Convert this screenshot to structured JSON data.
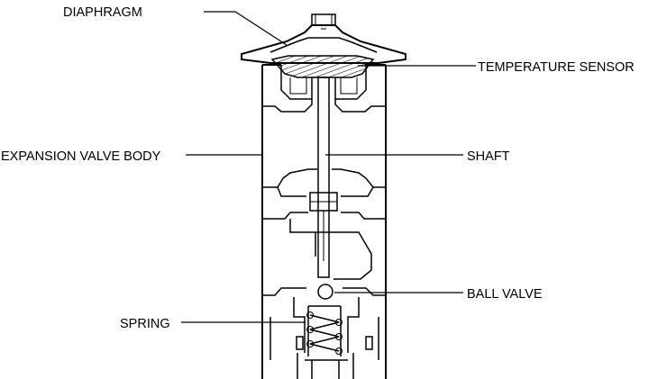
{
  "labels": {
    "diaphragm": "DIAPHRAGM",
    "temperature_sensor": "TEMPERATURE SENSOR",
    "expansion_valve_body": "EXPANSION VALVE BODY",
    "shaft": "SHAFT",
    "ball_valve": "BALL VALVE",
    "spring": "SPRING"
  }
}
